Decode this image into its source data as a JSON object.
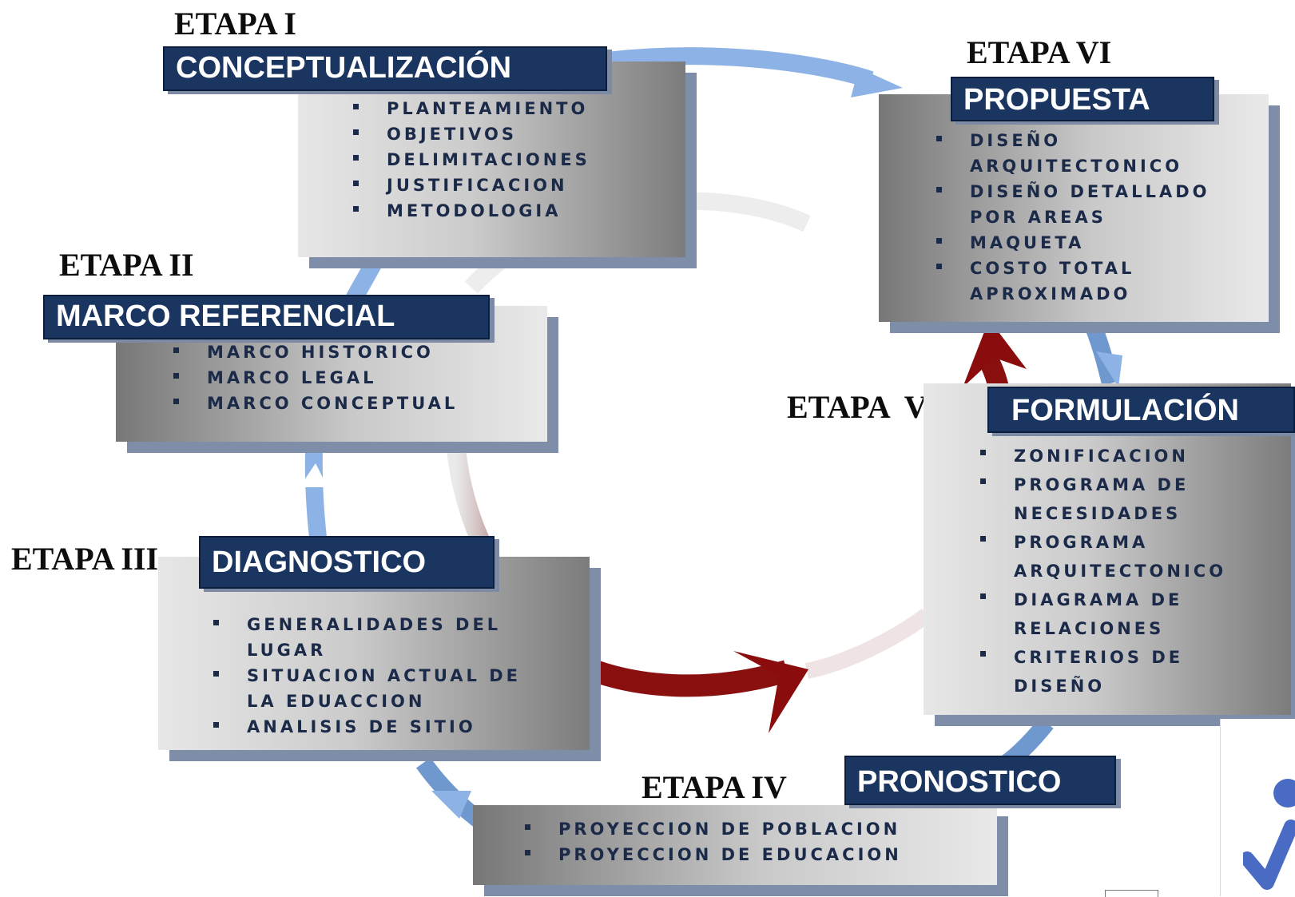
{
  "stages": [
    {
      "label": "ETAPA I",
      "title": "CONCEPTUALIZACIÓN",
      "items": [
        "PLANTEAMIENTO",
        "OBJETIVOS",
        "DELIMITACIONES",
        "JUSTIFICACION",
        "METODOLOGIA"
      ]
    },
    {
      "label": "ETAPA II",
      "title": "MARCO REFERENCIAL",
      "items": [
        "MARCO HISTORICO",
        "MARCO LEGAL",
        "MARCO CONCEPTUAL"
      ]
    },
    {
      "label": "ETAPA III",
      "title": "DIAGNOSTICO",
      "items": [
        "GENERALIDADES DEL LUGAR",
        "SITUACION ACTUAL DE LA EDUACCION",
        "ANALISIS DE SITIO"
      ]
    },
    {
      "label": "ETAPA IV",
      "title": "PRONOSTICO",
      "items": [
        "PROYECCION DE POBLACION",
        "PROYECCION DE EDUCACION"
      ]
    },
    {
      "label": "ETAPA  V",
      "title": "FORMULACIÓN",
      "items": [
        "ZONIFICACION",
        "PROGRAMA DE NECESIDADES",
        "PROGRAMA ARQUITECTONICO",
        "DIAGRAMA DE RELACIONES",
        "CRITERIOS DE DISEÑO"
      ]
    },
    {
      "label": "ETAPA VI",
      "title": "PROPUESTA",
      "items": [
        "DISEÑO ARQUITECTONICO",
        "DISEÑO DETALLADO POR AREAS",
        "MAQUETA",
        "COSTO TOTAL APROXIMADO"
      ]
    }
  ],
  "colors": {
    "banner": "#1b3561",
    "cycle_arrow": "#8db3e6",
    "feedback_arrow": "#8a0c0c",
    "item_text": "#1b2a48"
  },
  "icons": {
    "corner": "checkmark-figure-icon"
  }
}
